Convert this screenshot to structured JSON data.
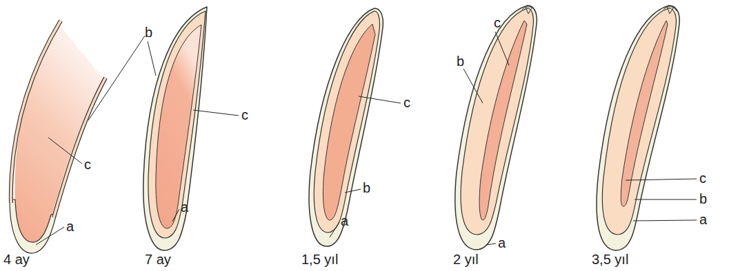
{
  "diagram": {
    "labels": [
      "b",
      "c",
      "a",
      "4 ay",
      "c",
      "a",
      "7 ay",
      "c",
      "b",
      "a",
      "1,5 yıl",
      "c",
      "b",
      "a",
      "2 yıl",
      "c",
      "b",
      "a",
      "3,5 yıl"
    ]
  }
}
